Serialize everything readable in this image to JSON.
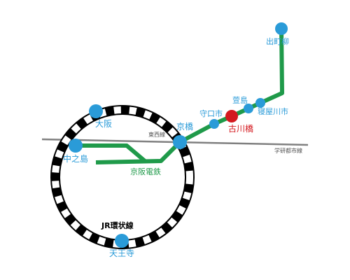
{
  "lines": {
    "keihan": {
      "label": "京阪電鉄",
      "color": "#1f9a4a"
    },
    "jr_loop": {
      "label": "JR環状線",
      "color": "#000000"
    },
    "tozai": {
      "label": "東西線",
      "color": "#808080"
    },
    "gakken": {
      "label": "学研都市線",
      "color": "#808080"
    }
  },
  "stations": {
    "demachiyanagi": {
      "label": "出町柳",
      "color": "#2a9bd8"
    },
    "neyagawashi": {
      "label": "寝屋川市",
      "color": "#2a9bd8"
    },
    "kayashima": {
      "label": "萱島",
      "color": "#2a9bd8"
    },
    "furukawabashi": {
      "label": "古川橋",
      "color": "#d4191f"
    },
    "moriguchishi": {
      "label": "守口市",
      "color": "#2a9bd8"
    },
    "kyobashi": {
      "label": "京橋",
      "color": "#2a9bd8"
    },
    "osaka": {
      "label": "大阪",
      "color": "#2a9bd8"
    },
    "nakanoshima": {
      "label": "中之島",
      "color": "#2a9bd8"
    },
    "tennoji": {
      "label": "天王寺",
      "color": "#2a9bd8"
    }
  },
  "colors": {
    "station_label": "#2a9bd8",
    "highlight_label": "#d4191f",
    "line_label": "#555555"
  }
}
